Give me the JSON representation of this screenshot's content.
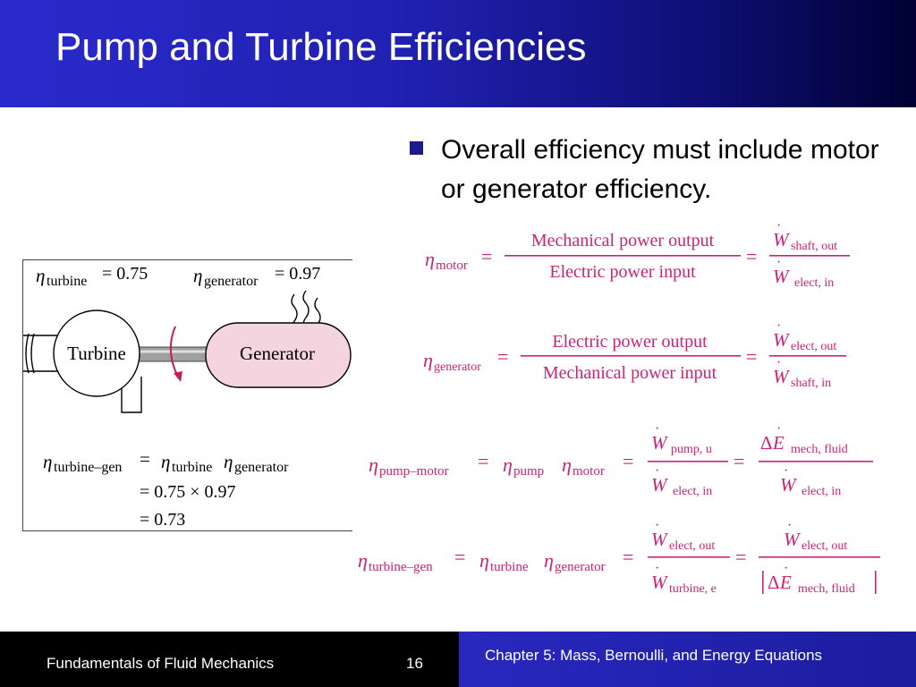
{
  "slide": {
    "title": "Pump and Turbine Efficiencies",
    "bullet": "Overall efficiency must include motor or generator efficiency."
  },
  "figure": {
    "eta_turbine_val": "= 0.75",
    "eta_generator_val": "= 0.97",
    "turbine_label": "Turbine",
    "generator_label": "Generator",
    "eq_line2": "= 0.75 × 0.97",
    "eq_line3": "= 0.73",
    "sub_turbine": "turbine",
    "sub_generator": "generator",
    "sub_turbine_gen": "turbine–gen"
  },
  "equations": {
    "motor": {
      "lhs_sub": "motor",
      "num": "Mechanical power output",
      "den": "Electric power input",
      "num2_sub": "shaft, out",
      "den2_sub": "elect, in"
    },
    "generator": {
      "lhs_sub": "generator",
      "num": "Electric power output",
      "den": "Mechanical power input",
      "num2_sub": "elect, out",
      "den2_sub": "shaft, in"
    },
    "pump_motor": {
      "lhs_sub": "pump–motor",
      "mid1_sub": "pump",
      "mid2_sub": "motor",
      "num1_sub": "pump, u",
      "den1_sub": "elect, in",
      "num2_sub": "mech, fluid",
      "den2_sub": "elect, in"
    },
    "turbine_gen": {
      "lhs_sub": "turbine–gen",
      "mid1_sub": "turbine",
      "mid2_sub": "generator",
      "num1_sub": "elect, out",
      "den1_sub": "turbine, e",
      "num2_sub": "elect, out",
      "den2_sub": "mech, fluid"
    }
  },
  "footer": {
    "course": "Fundamentals of Fluid Mechanics",
    "page": "16",
    "chapter": "Chapter 5:  Mass, Bernoulli, and Energy Equations"
  },
  "colors": {
    "equation": "#cc2277",
    "bullet": "#1a1a88",
    "generator_fill": "#f4d4de"
  }
}
